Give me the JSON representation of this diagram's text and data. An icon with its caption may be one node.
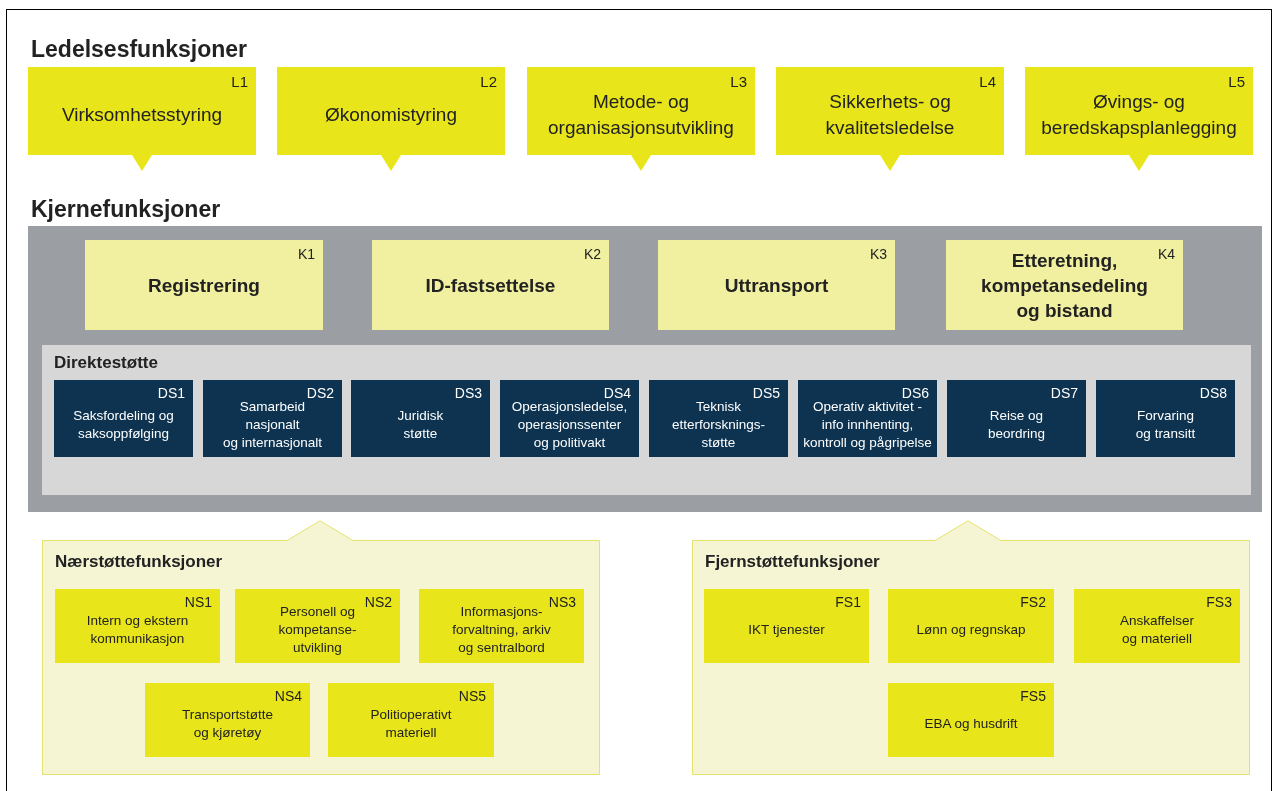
{
  "diagram": {
    "nodes": [
      {
        "text": [
          "L1",
          "Virksomhetsstyring"
        ]
      },
      {
        "text": [
          "L2",
          "Økonomistyring"
        ]
      },
      {
        "text": [
          "L3",
          "Metode- og organisasjonsutvikling"
        ]
      },
      {
        "text": [
          "L4",
          "Sikkerhets- og kvalitetsledelse"
        ]
      },
      {
        "text": [
          "L5",
          "Øvings- og beredskapsplanlegging"
        ]
      },
      {
        "text": [
          "Kjernefunksjoner"
        ]
      },
      {
        "text": [
          "K1",
          "Registrering"
        ],
        "in": 5
      },
      {
        "text": [
          "K2",
          "ID-fastsettelse"
        ],
        "in": 5
      },
      {
        "text": [
          "K3",
          "Uttransport"
        ],
        "in": 5
      },
      {
        "text": [
          "K4",
          "Etteretning, kompetansedeling og bistand"
        ],
        "in": 5
      },
      {
        "text": [
          "Direktestøtte"
        ],
        "in": 5
      },
      {
        "text": [
          "DS1",
          "Saksfordeling og saksoppfølging"
        ],
        "in": 10
      },
      {
        "text": [
          "DS2",
          "Samarbeid nasjonalt og internasjonalt"
        ],
        "in": 10
      },
      {
        "text": [
          "DS3",
          "Juridisk støtte"
        ],
        "in": 10
      },
      {
        "text": [
          "DS4",
          "Operasjonsledelse, operasjonssenter og politivakt"
        ],
        "in": 10
      },
      {
        "text": [
          "DS5",
          "Teknisk etterforsknings-støtte"
        ],
        "in": 10
      },
      {
        "text": [
          "DS6",
          "Operativ aktivitet -info innhenting, kontroll og pågripelse"
        ],
        "in": 10
      },
      {
        "text": [
          "DS7",
          "Reise og beordring"
        ],
        "in": 10
      },
      {
        "text": [
          "DS8",
          "Forvaring og transitt"
        ],
        "in": 10
      },
      {
        "text": [
          "Nærstøttefunksjoner"
        ]
      },
      {
        "text": [
          "NS1",
          "Intern og ekstern kommunikasjon"
        ],
        "in": 19
      },
      {
        "text": [
          "NS2",
          "Personell og kompetanse-utvikling"
        ],
        "in": 19
      },
      {
        "text": [
          "NS3",
          "Informasjons-forvaltning, arkiv og sentralbord"
        ],
        "in": 19
      },
      {
        "text": [
          "NS4",
          "Transportstøtte og kjøretøy"
        ],
        "in": 19
      },
      {
        "text": [
          "NS5",
          "Politioperativt materiell"
        ],
        "in": 19
      },
      {
        "text": [
          "Fjernstøttefunksjoner"
        ]
      },
      {
        "text": [
          "FS1",
          "IKT tjenester"
        ],
        "in": 25
      },
      {
        "text": [
          "FS2",
          "Lønn og regnskap"
        ],
        "in": 25
      },
      {
        "text": [
          "FS3",
          "Anskaffelser og materiell"
        ],
        "in": 25
      },
      {
        "text": [
          "FS5",
          "EBA og husdrift"
        ],
        "in": 25
      }
    ],
    "edges": [],
    "labels": [
      "Ledelsesfunksjoner"
    ]
  }
}
